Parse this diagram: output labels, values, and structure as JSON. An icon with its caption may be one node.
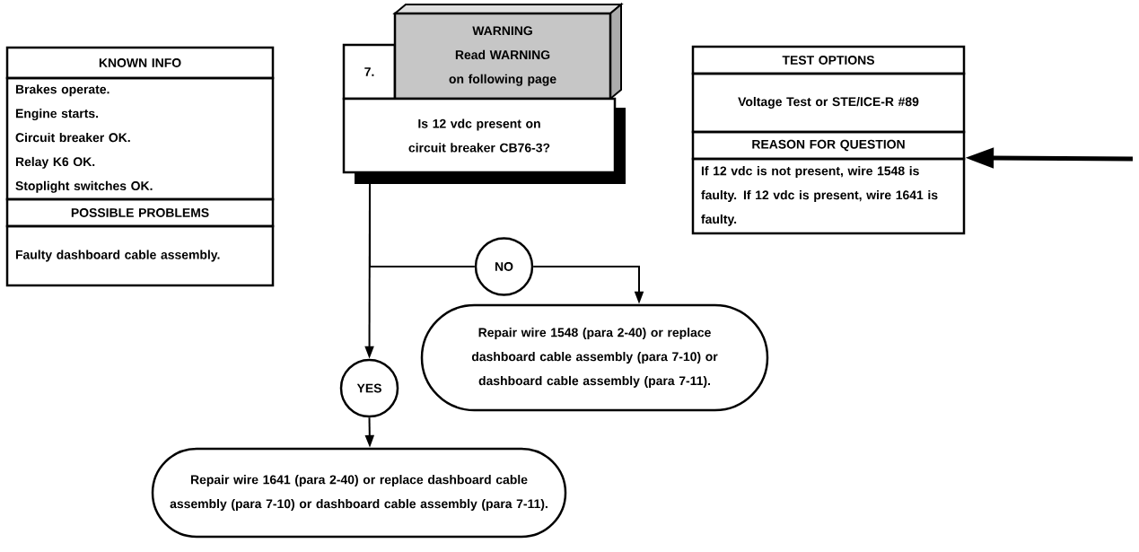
{
  "diagram": {
    "nodes": [
      {
        "text": [
          "KNOWN INFO"
        ]
      },
      {
        "text": [
          "Brakes operate.",
          "Engine starts.",
          "Circuit breaker OK.",
          "Relay K6 OK.",
          "Stoplight switches OK."
        ]
      },
      {
        "text": [
          "POSSIBLE PROBLEMS"
        ]
      },
      {
        "text": [
          "Faulty dashboard cable assembly."
        ]
      },
      {
        "text": [
          "7."
        ]
      },
      {
        "text": [
          "WARNING",
          "Read WARNING on following page"
        ]
      },
      {
        "text": [
          "Is 12 vdc present on circuit breaker CB76-3?"
        ]
      },
      {
        "text": [
          "TEST OPTIONS"
        ]
      },
      {
        "text": [
          "Voltage Test or STE/ICE-R #89"
        ]
      },
      {
        "text": [
          "REASON FOR QUESTION"
        ]
      },
      {
        "text": [
          "If 12 vdc is not present, wire 1548 is faulty.  If 12 vdc is present, wire 1641 is faulty."
        ]
      },
      {
        "text": [
          "NO"
        ]
      },
      {
        "text": [
          "Repair wire 1548 (para 2-40) or replace dashboard cable assembly (para 7-10) or dashboard cable assembly (para 7-11)."
        ]
      },
      {
        "text": [
          "YES"
        ]
      },
      {
        "text": [
          "Repair wire 1641 (para 2-40) or replace dashboard cable assembly (para 7-10) or dashboard cable assembly (para 7-11)."
        ]
      }
    ],
    "edges": [
      {
        "from": 6,
        "to": 11,
        "arrow": "none"
      },
      {
        "from": 11,
        "to": 12,
        "arrow": "to"
      },
      {
        "from": 6,
        "to": 13,
        "arrow": "to"
      },
      {
        "from": 13,
        "to": 14,
        "arrow": "to"
      },
      {
        "from": null,
        "to": 10,
        "arrow": "to",
        "style": "thick"
      }
    ]
  }
}
